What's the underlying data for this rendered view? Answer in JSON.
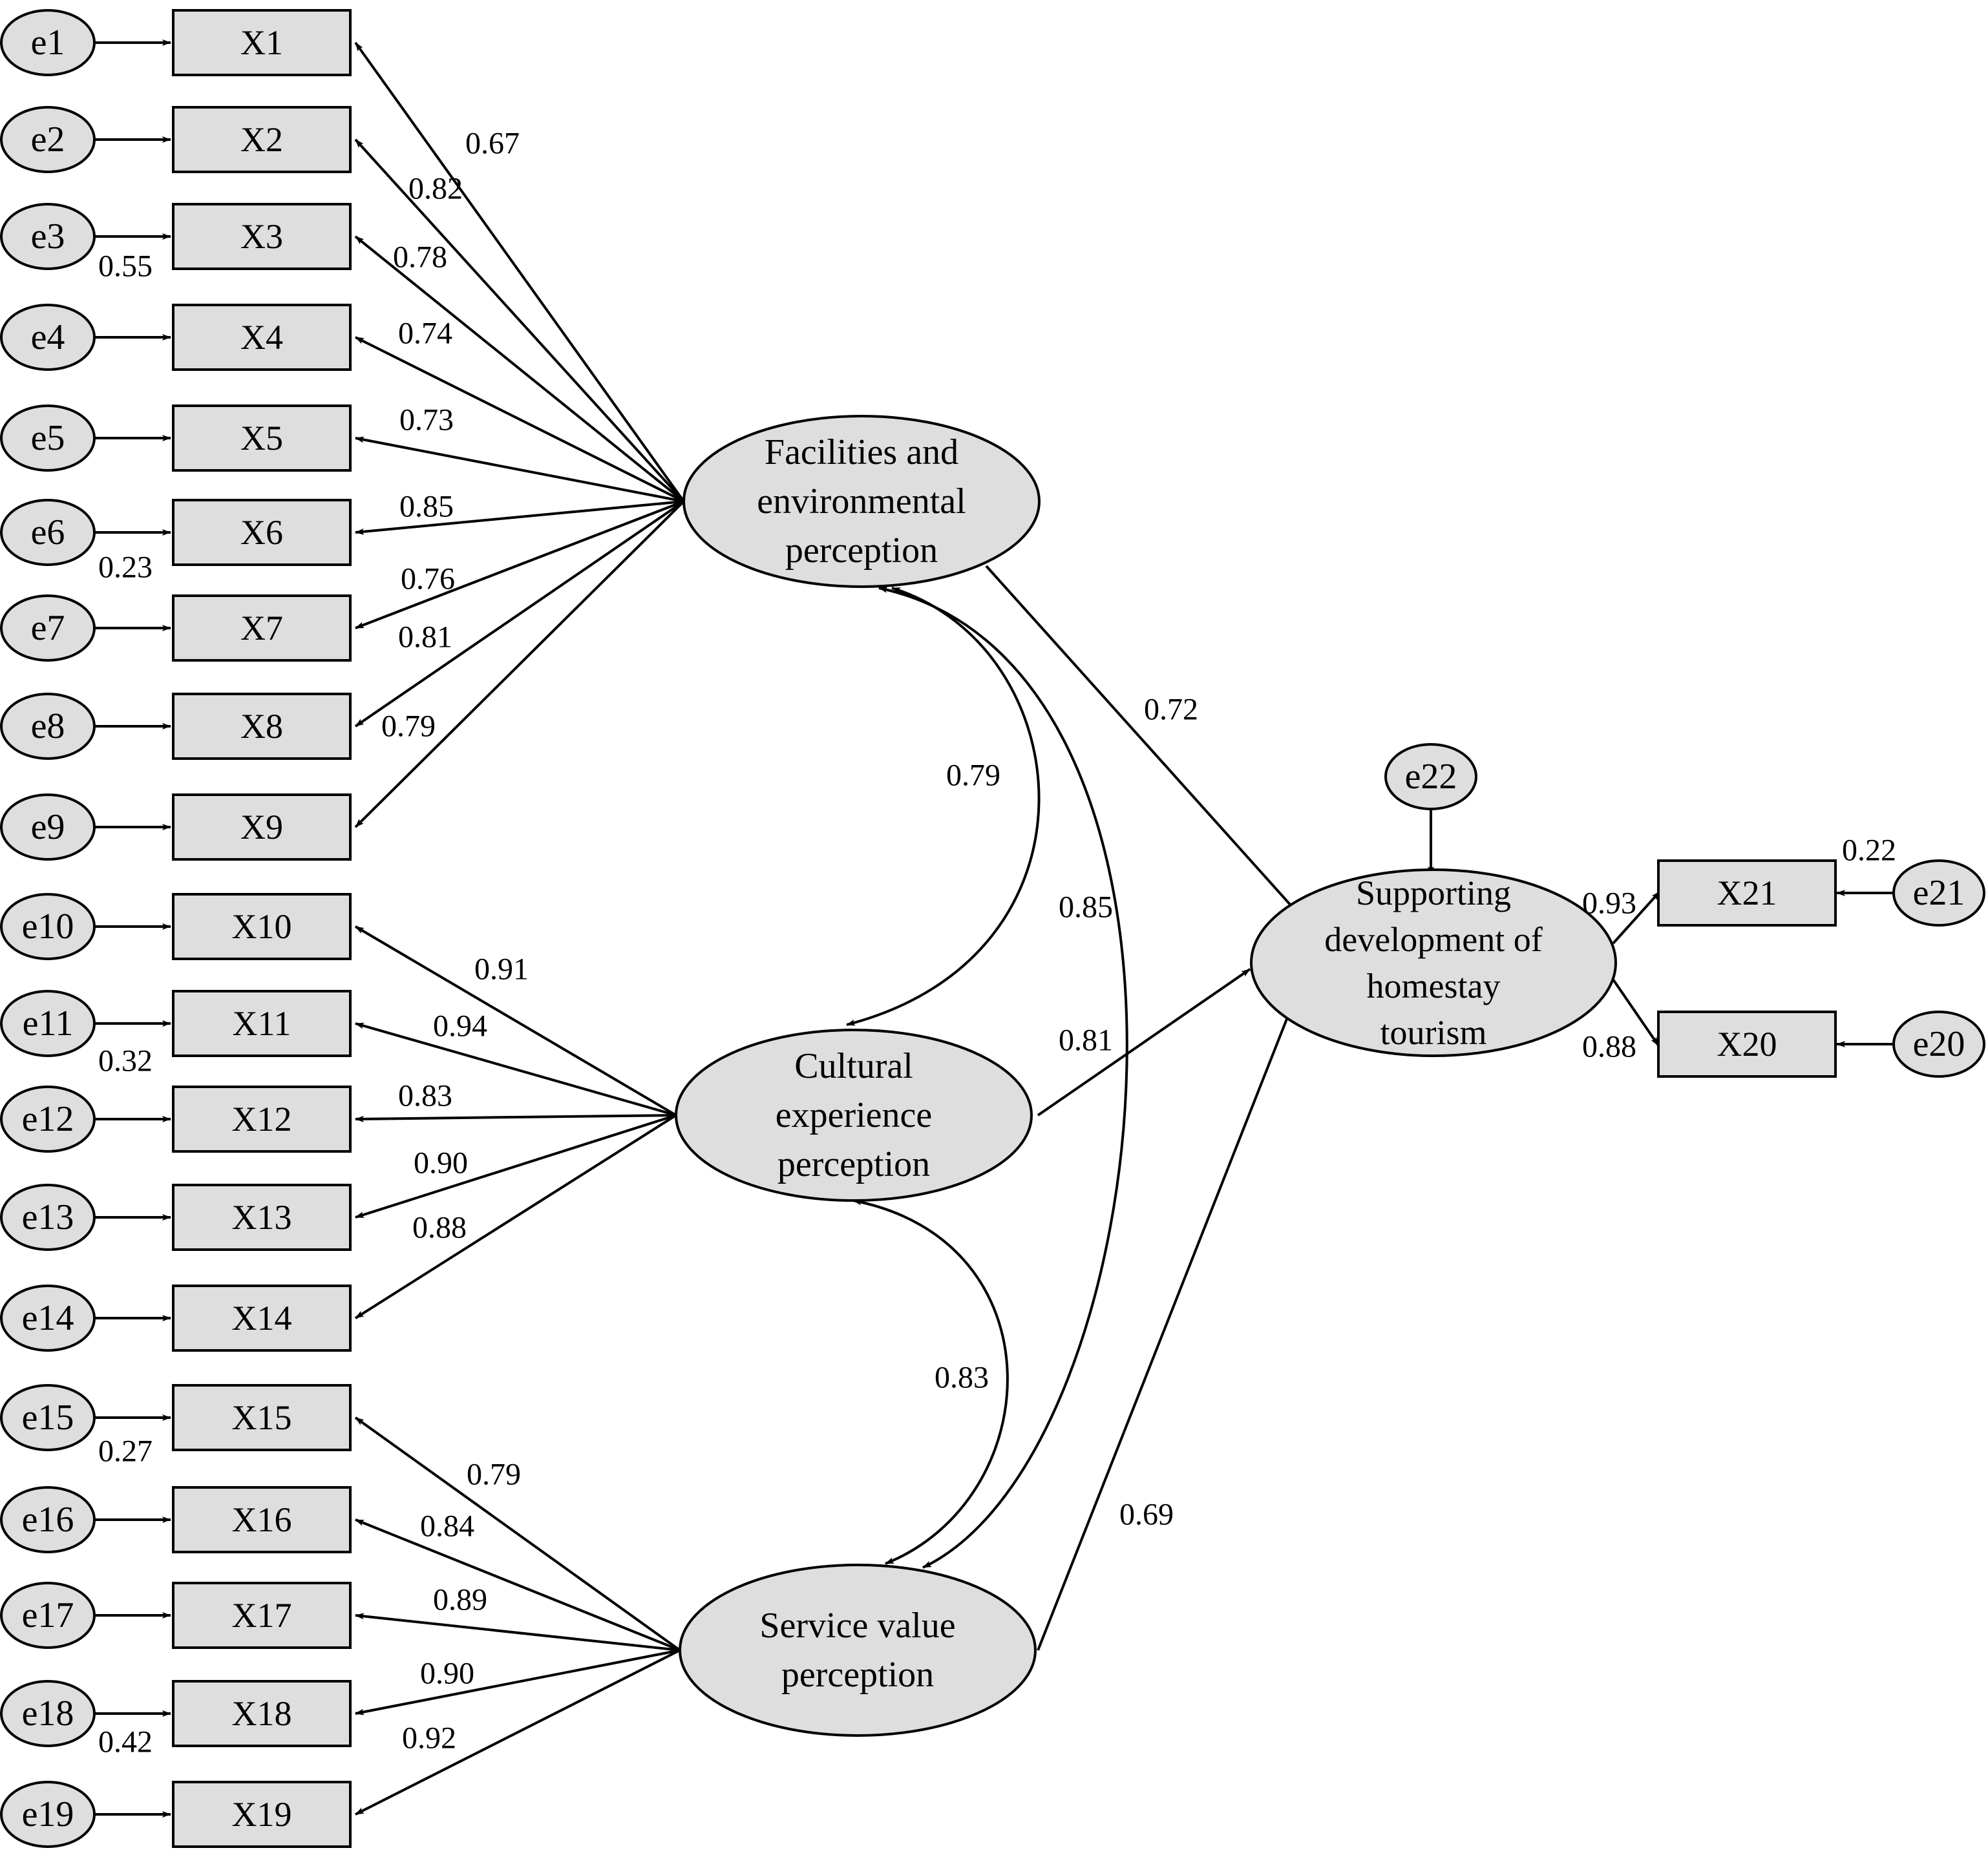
{
  "errors": [
    {
      "id": "e1",
      "label": "e1"
    },
    {
      "id": "e2",
      "label": "e2"
    },
    {
      "id": "e3",
      "label": "e3"
    },
    {
      "id": "e4",
      "label": "e4"
    },
    {
      "id": "e5",
      "label": "e5"
    },
    {
      "id": "e6",
      "label": "e6"
    },
    {
      "id": "e7",
      "label": "e7"
    },
    {
      "id": "e8",
      "label": "e8"
    },
    {
      "id": "e9",
      "label": "e9"
    },
    {
      "id": "e10",
      "label": "e10"
    },
    {
      "id": "e11",
      "label": "e11"
    },
    {
      "id": "e12",
      "label": "e12"
    },
    {
      "id": "e13",
      "label": "e13"
    },
    {
      "id": "e14",
      "label": "e14"
    },
    {
      "id": "e15",
      "label": "e15"
    },
    {
      "id": "e16",
      "label": "e16"
    },
    {
      "id": "e17",
      "label": "e17"
    },
    {
      "id": "e18",
      "label": "e18"
    },
    {
      "id": "e19",
      "label": "e19"
    },
    {
      "id": "e20",
      "label": "e20"
    },
    {
      "id": "e21",
      "label": "e21"
    },
    {
      "id": "e22",
      "label": "e22"
    }
  ],
  "indicators": [
    {
      "id": "X1",
      "label": "X1"
    },
    {
      "id": "X2",
      "label": "X2"
    },
    {
      "id": "X3",
      "label": "X3"
    },
    {
      "id": "X4",
      "label": "X4"
    },
    {
      "id": "X5",
      "label": "X5"
    },
    {
      "id": "X6",
      "label": "X6"
    },
    {
      "id": "X7",
      "label": "X7"
    },
    {
      "id": "X8",
      "label": "X8"
    },
    {
      "id": "X9",
      "label": "X9"
    },
    {
      "id": "X10",
      "label": "X10"
    },
    {
      "id": "X11",
      "label": "X11"
    },
    {
      "id": "X12",
      "label": "X12"
    },
    {
      "id": "X13",
      "label": "X13"
    },
    {
      "id": "X14",
      "label": "X14"
    },
    {
      "id": "X15",
      "label": "X15"
    },
    {
      "id": "X16",
      "label": "X16"
    },
    {
      "id": "X17",
      "label": "X17"
    },
    {
      "id": "X18",
      "label": "X18"
    },
    {
      "id": "X19",
      "label": "X19"
    },
    {
      "id": "X20",
      "label": "X20"
    },
    {
      "id": "X21",
      "label": "X21"
    }
  ],
  "latents": [
    {
      "id": "facilities",
      "lines": [
        "Facilities and",
        "environmental",
        "perception"
      ]
    },
    {
      "id": "cultural",
      "lines": [
        "Cultural",
        "experience",
        "perception"
      ]
    },
    {
      "id": "service",
      "lines": [
        "Service value",
        "perception"
      ]
    },
    {
      "id": "supporting",
      "lines": [
        "Supporting",
        "development of",
        "homestay",
        "tourism"
      ]
    }
  ],
  "loadings": [
    {
      "from": "facilities",
      "to": "X1",
      "value": "0.67"
    },
    {
      "from": "facilities",
      "to": "X2",
      "value": "0.82"
    },
    {
      "from": "facilities",
      "to": "X3",
      "value": "0.78"
    },
    {
      "from": "facilities",
      "to": "X4",
      "value": "0.74"
    },
    {
      "from": "facilities",
      "to": "X5",
      "value": "0.73"
    },
    {
      "from": "facilities",
      "to": "X6",
      "value": "0.85"
    },
    {
      "from": "facilities",
      "to": "X7",
      "value": "0.76"
    },
    {
      "from": "facilities",
      "to": "X8",
      "value": "0.81"
    },
    {
      "from": "facilities",
      "to": "X9",
      "value": "0.79"
    },
    {
      "from": "cultural",
      "to": "X10",
      "value": "0.91"
    },
    {
      "from": "cultural",
      "to": "X11",
      "value": "0.94"
    },
    {
      "from": "cultural",
      "to": "X12",
      "value": "0.83"
    },
    {
      "from": "cultural",
      "to": "X13",
      "value": "0.90"
    },
    {
      "from": "cultural",
      "to": "X14",
      "value": "0.88"
    },
    {
      "from": "service",
      "to": "X15",
      "value": "0.79"
    },
    {
      "from": "service",
      "to": "X16",
      "value": "0.84"
    },
    {
      "from": "service",
      "to": "X17",
      "value": "0.89"
    },
    {
      "from": "service",
      "to": "X18",
      "value": "0.90"
    },
    {
      "from": "service",
      "to": "X19",
      "value": "0.92"
    },
    {
      "from": "supporting",
      "to": "X21",
      "value": "0.93"
    },
    {
      "from": "supporting",
      "to": "X20",
      "value": "0.88"
    }
  ],
  "error_values": [
    {
      "error": "e3",
      "value": "0.55"
    },
    {
      "error": "e6",
      "value": "0.23"
    },
    {
      "error": "e11",
      "value": "0.32"
    },
    {
      "error": "e15",
      "value": "0.27"
    },
    {
      "error": "e18",
      "value": "0.42"
    },
    {
      "error": "e21",
      "value": "0.22"
    }
  ],
  "paths": [
    {
      "from": "facilities",
      "to": "supporting",
      "value": "0.72"
    },
    {
      "from": "cultural",
      "to": "supporting",
      "value": "0.81"
    },
    {
      "from": "service",
      "to": "supporting",
      "value": "0.69"
    }
  ],
  "correlations": [
    {
      "between": [
        "facilities",
        "cultural"
      ],
      "value": "0.79"
    },
    {
      "between": [
        "facilities",
        "service"
      ],
      "value": "0.85"
    },
    {
      "between": [
        "cultural",
        "service"
      ],
      "value": "0.83"
    }
  ]
}
